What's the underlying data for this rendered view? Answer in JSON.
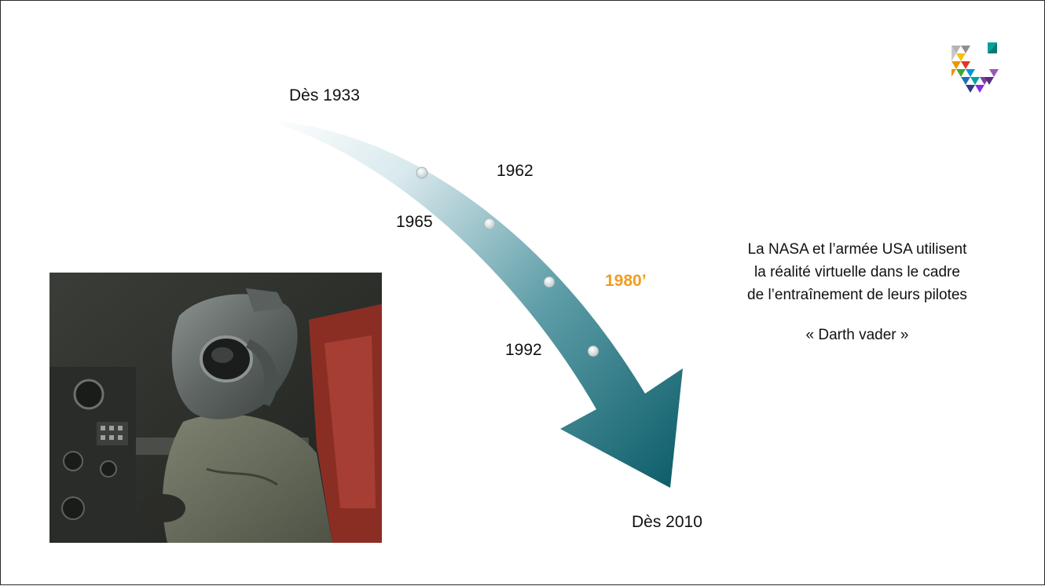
{
  "timeline": {
    "start_label": "Dès 1933",
    "end_label": "Dès 2010",
    "milestones": [
      {
        "label": "1962",
        "highlight": false
      },
      {
        "label": "1965",
        "highlight": false
      },
      {
        "label": "1980’",
        "highlight": true
      },
      {
        "label": "1992",
        "highlight": false
      }
    ],
    "highlight_color": "#f39c1d",
    "arrow_color_start": "#ffffff",
    "arrow_color_end": "#0e5f6b"
  },
  "description": {
    "lines": [
      "La NASA et l’armée USA utilisent",
      "la réalité virtuelle dans le cadre",
      "de l’entraînement de leurs pilotes"
    ],
    "quote": "« Darth vader »"
  },
  "photo": {
    "icon": "vr-helmet-cockpit-photo"
  },
  "logo": {
    "icon": "university-logo"
  }
}
